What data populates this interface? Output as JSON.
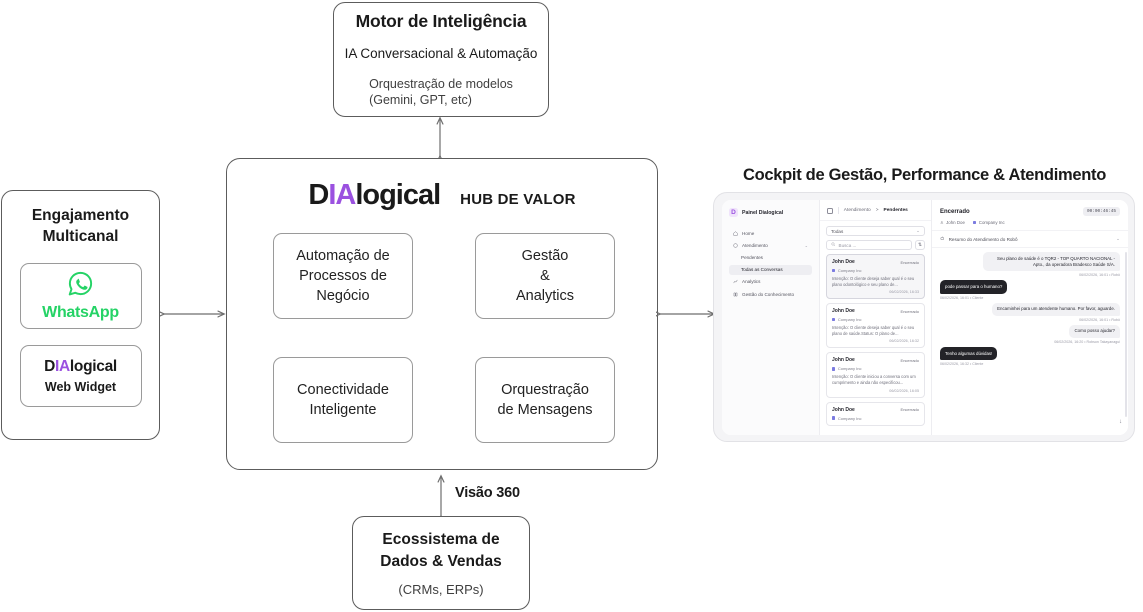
{
  "motor": {
    "title": "Motor de Inteligência",
    "subtitle": "IA Conversacional & Automação",
    "detail_line1": "Orquestração de modelos",
    "detail_line2": "(Gemini, GPT, etc)"
  },
  "engagement": {
    "title_line1": "Engajamento",
    "title_line2": "Multicanal",
    "channels": [
      {
        "icon": "whatsapp-icon",
        "label": "WhatsApp",
        "color": "#25D366"
      },
      {
        "brand_prefix": "D",
        "brand_accent": "IA",
        "brand_suffix": "logical",
        "label": "Web Widget"
      }
    ]
  },
  "hub": {
    "brand_prefix": "D",
    "brand_accent": "IA",
    "brand_suffix": "logical",
    "subtitle": "HUB DE VALOR",
    "accent_color": "#9B51E0",
    "cards": [
      {
        "line1": "Automação de",
        "line2": "Processos de",
        "line3": "Negócio"
      },
      {
        "line1": "Gestão",
        "line2": "&",
        "line3": "Analytics"
      },
      {
        "line1": "Conectividade",
        "line2": "Inteligente",
        "line3": ""
      },
      {
        "line1": "Orquestração",
        "line2": "de Mensagens",
        "line3": ""
      }
    ]
  },
  "ecosystem": {
    "connector_label": "Visão 360",
    "title_line1": "Ecossistema de",
    "title_line2": "Dados & Vendas",
    "detail": "(CRMs, ERPs)"
  },
  "cockpit": {
    "title": "Cockpit de Gestão, Performance & Atendimento",
    "dashboard": {
      "brand_logo_letter": "D",
      "brand_name": "Painel Dialogical",
      "nav": [
        {
          "icon": "home-icon",
          "label": "Home",
          "expandable": false
        },
        {
          "icon": "chat-icon",
          "label": "Atendimento",
          "expandable": true
        },
        {
          "icon": "chart-icon",
          "label": "Analytics",
          "expandable": false
        },
        {
          "icon": "book-icon",
          "label": "Gestão do Conhecimento",
          "expandable": false
        }
      ],
      "sub_nav": [
        {
          "label": "Pendentes",
          "active": false
        },
        {
          "label": "Todas as Conversas",
          "active": true
        }
      ],
      "breadcrumb": {
        "section": "Atendimento",
        "separator": ">",
        "current": "Pendentes"
      },
      "filter_select": "Todas",
      "search_placeholder": "Busca ...",
      "conversations": [
        {
          "name": "John Doe",
          "badge": "Encerrado",
          "company": "Company Inc",
          "snippet": "Intenção: O cliente deseja saber qual é o seu plano odontológico e seu plano de...",
          "time": "06/02/2026, 16:33",
          "selected": true
        },
        {
          "name": "John Doe",
          "badge": "Encerrado",
          "company": "Company Inc",
          "snippet": "Intenção: O cliente deseja saber qual é o seu plano de saúde.Status: O plano de...",
          "time": "06/02/2026, 16:32",
          "selected": false
        },
        {
          "name": "John Doe",
          "badge": "Encerrado",
          "company": "Company Inc",
          "snippet": "Intenção: O cliente iniciou a conversa com um cumprimento e ainda não especificou...",
          "time": "06/02/2026, 16:05",
          "selected": false
        },
        {
          "name": "John Doe",
          "badge": "Encerrado",
          "company": "Company Inc",
          "snippet": "",
          "time": "",
          "selected": false
        }
      ],
      "chat": {
        "status": "Encerrado",
        "timer": "00:00:46:45",
        "contact": "John Doe",
        "company": "Company Inc",
        "summary_label": "Resumo do Atendimento do Robô",
        "messages": [
          {
            "direction": "out",
            "text": "Seu plano de saúde é o TQR2 - TOP QUARTO NACIONAL - Apto., da operadora Bradesco Saúde S/A.",
            "stamp": "06/02/2026, 16:01 • Robô"
          },
          {
            "direction": "in",
            "text": "pode passar para o humano?",
            "stamp": "06/02/2026, 16:01 • Cliente"
          },
          {
            "direction": "out",
            "text": "Encaminhei para um atendente humano. Por favor, aguarde.",
            "stamp": "06/02/2026, 16:01 • Robô"
          },
          {
            "direction": "out",
            "text": "Como posso ajudar?",
            "stamp": "06/02/2026, 16:20 • Robson Takayanagui"
          },
          {
            "direction": "in",
            "text": "Tenho algumas dúvidas!",
            "stamp": "06/02/2026, 16:32 • Cliente"
          }
        ]
      }
    }
  }
}
